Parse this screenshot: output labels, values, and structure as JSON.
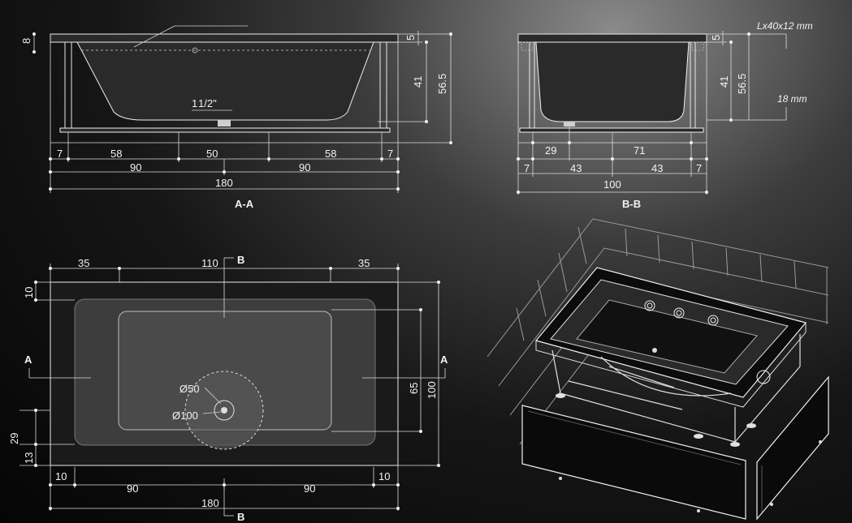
{
  "section_aa": {
    "title": "A-A",
    "rim_thickness": "8",
    "rim_top": "5",
    "depth_inner": "41",
    "height_total": "56.5",
    "drain_label": "1",
    "drain_fraction": "1/2\"",
    "bottom_dims": [
      "7",
      "58",
      "50",
      "58",
      "7"
    ],
    "half_widths": [
      "90",
      "90"
    ],
    "total_length": "180"
  },
  "section_bb": {
    "title": "B-B",
    "profile_label": "Lx40x12 mm",
    "gap_label": "18 mm",
    "rim_top": "5",
    "depth_inner": "41",
    "height_total": "56.5",
    "bottom_dims": [
      "29",
      "71"
    ],
    "half_dims": [
      "7",
      "43",
      "43",
      "7"
    ],
    "total_width": "100"
  },
  "plan": {
    "top_dims": [
      "35",
      "110",
      "35"
    ],
    "rim_left": "10",
    "section_a": "A",
    "section_b": "B",
    "diam_small": "Ø50",
    "diam_large": "Ø100",
    "inner_width": "65",
    "outer_width": "100",
    "drain_y1": "29",
    "drain_y2": "13",
    "corner_left": "10",
    "corner_right": "10",
    "half_lengths": [
      "90",
      "90"
    ],
    "total_length": "180"
  }
}
